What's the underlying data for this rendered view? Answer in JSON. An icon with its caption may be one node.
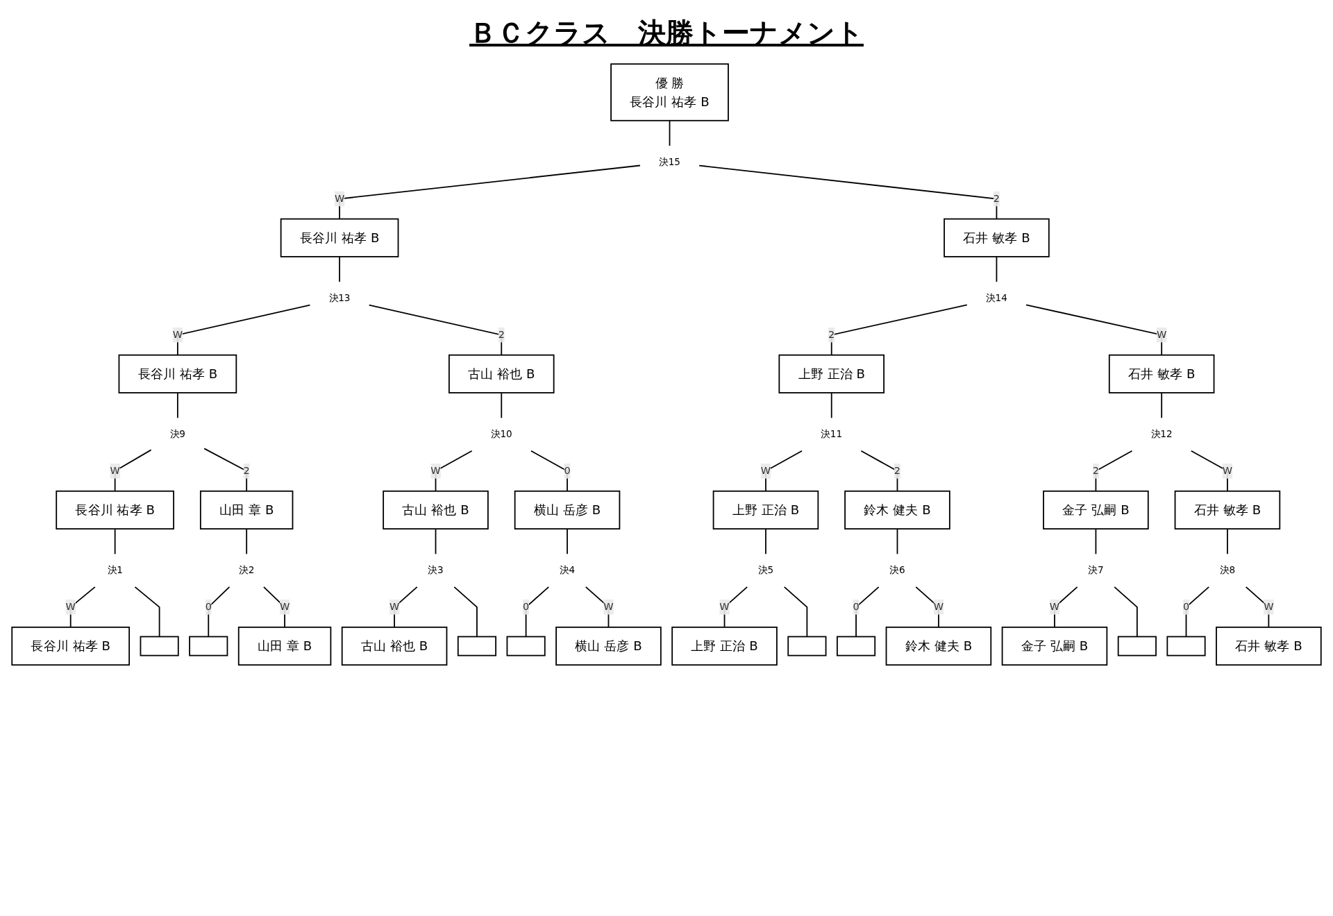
{
  "diagram": {
    "title": "ＢＣクラス　決勝トーナメント",
    "nodes": [
      {
        "text": [
          "優 勝",
          "長谷川 祐孝 B"
        ]
      },
      {
        "text": [
          "決15"
        ]
      },
      {
        "text": [
          "長谷川 祐孝 B"
        ]
      },
      {
        "text": [
          "石井 敏孝 B"
        ]
      },
      {
        "text": [
          "決13"
        ]
      },
      {
        "text": [
          "決14"
        ]
      },
      {
        "text": [
          "長谷川 祐孝 B"
        ]
      },
      {
        "text": [
          "古山 裕也 B"
        ]
      },
      {
        "text": [
          "上野 正治 B"
        ]
      },
      {
        "text": [
          "石井 敏孝 B"
        ]
      },
      {
        "text": [
          "決9"
        ]
      },
      {
        "text": [
          "決10"
        ]
      },
      {
        "text": [
          "決11"
        ]
      },
      {
        "text": [
          "決12"
        ]
      },
      {
        "text": [
          "長谷川 祐孝 B"
        ]
      },
      {
        "text": [
          "山田 章 B"
        ]
      },
      {
        "text": [
          "古山 裕也 B"
        ]
      },
      {
        "text": [
          "横山 岳彦 B"
        ]
      },
      {
        "text": [
          "上野 正治 B"
        ]
      },
      {
        "text": [
          "鈴木 健夫 B"
        ]
      },
      {
        "text": [
          "金子 弘嗣 B"
        ]
      },
      {
        "text": [
          "石井 敏孝 B"
        ]
      },
      {
        "text": [
          "決1"
        ]
      },
      {
        "text": [
          "決2"
        ]
      },
      {
        "text": [
          "決3"
        ]
      },
      {
        "text": [
          "決4"
        ]
      },
      {
        "text": [
          "決5"
        ]
      },
      {
        "text": [
          "決6"
        ]
      },
      {
        "text": [
          "決7"
        ]
      },
      {
        "text": [
          "決8"
        ]
      },
      {
        "text": [
          "長谷川 祐孝 B"
        ]
      },
      {
        "text": [],
        "shape": "box"
      },
      {
        "text": [],
        "shape": "box"
      },
      {
        "text": [
          "山田 章 B"
        ]
      },
      {
        "text": [
          "古山 裕也 B"
        ]
      },
      {
        "text": [],
        "shape": "box"
      },
      {
        "text": [],
        "shape": "box"
      },
      {
        "text": [
          "横山 岳彦 B"
        ]
      },
      {
        "text": [
          "上野 正治 B"
        ]
      },
      {
        "text": [],
        "shape": "box"
      },
      {
        "text": [],
        "shape": "box"
      },
      {
        "text": [
          "鈴木 健夫 B"
        ]
      },
      {
        "text": [
          "金子 弘嗣 B"
        ]
      },
      {
        "text": [],
        "shape": "box"
      },
      {
        "text": [],
        "shape": "box"
      },
      {
        "text": [
          "石井 敏孝 B"
        ]
      }
    ],
    "edges": [
      {
        "from": 0,
        "to": 1,
        "arrow": "none"
      },
      {
        "from": 1,
        "to": 2,
        "arrow": "none",
        "label": "W"
      },
      {
        "from": 1,
        "to": 3,
        "arrow": "none",
        "label": "2"
      },
      {
        "from": 2,
        "to": 4,
        "arrow": "none"
      },
      {
        "from": 3,
        "to": 5,
        "arrow": "none"
      },
      {
        "from": 4,
        "to": 6,
        "arrow": "none",
        "label": "W"
      },
      {
        "from": 4,
        "to": 7,
        "arrow": "none",
        "label": "2"
      },
      {
        "from": 5,
        "to": 8,
        "arrow": "none",
        "label": "2"
      },
      {
        "from": 5,
        "to": 9,
        "arrow": "none",
        "label": "W"
      },
      {
        "from": 6,
        "to": 10,
        "arrow": "none"
      },
      {
        "from": 7,
        "to": 11,
        "arrow": "none"
      },
      {
        "from": 8,
        "to": 12,
        "arrow": "none"
      },
      {
        "from": 9,
        "to": 13,
        "arrow": "none"
      },
      {
        "from": 10,
        "to": 14,
        "arrow": "none",
        "label": "W"
      },
      {
        "from": 10,
        "to": 15,
        "arrow": "none",
        "label": "2"
      },
      {
        "from": 11,
        "to": 16,
        "arrow": "none",
        "label": "W"
      },
      {
        "from": 11,
        "to": 17,
        "arrow": "none",
        "label": "0"
      },
      {
        "from": 12,
        "to": 18,
        "arrow": "none",
        "label": "W"
      },
      {
        "from": 12,
        "to": 19,
        "arrow": "none",
        "label": "2"
      },
      {
        "from": 13,
        "to": 20,
        "arrow": "none",
        "label": "2"
      },
      {
        "from": 13,
        "to": 21,
        "arrow": "none",
        "label": "W"
      },
      {
        "from": 14,
        "to": 22,
        "arrow": "none"
      },
      {
        "from": 15,
        "to": 23,
        "arrow": "none"
      },
      {
        "from": 16,
        "to": 24,
        "arrow": "none"
      },
      {
        "from": 17,
        "to": 25,
        "arrow": "none"
      },
      {
        "from": 18,
        "to": 26,
        "arrow": "none"
      },
      {
        "from": 19,
        "to": 27,
        "arrow": "none"
      },
      {
        "from": 20,
        "to": 28,
        "arrow": "none"
      },
      {
        "from": 21,
        "to": 29,
        "arrow": "none"
      },
      {
        "from": 22,
        "to": 30,
        "arrow": "none",
        "label": "W"
      },
      {
        "from": 22,
        "to": 31,
        "arrow": "none"
      },
      {
        "from": 23,
        "to": 32,
        "arrow": "none",
        "label": "0"
      },
      {
        "from": 23,
        "to": 33,
        "arrow": "none",
        "label": "W"
      },
      {
        "from": 24,
        "to": 34,
        "arrow": "none",
        "label": "W"
      },
      {
        "from": 24,
        "to": 35,
        "arrow": "none"
      },
      {
        "from": 25,
        "to": 36,
        "arrow": "none",
        "label": "0"
      },
      {
        "from": 25,
        "to": 37,
        "arrow": "none",
        "label": "W"
      },
      {
        "from": 26,
        "to": 38,
        "arrow": "none",
        "label": "W"
      },
      {
        "from": 26,
        "to": 39,
        "arrow": "none"
      },
      {
        "from": 27,
        "to": 40,
        "arrow": "none",
        "label": "0"
      },
      {
        "from": 27,
        "to": 41,
        "arrow": "none",
        "label": "W"
      },
      {
        "from": 28,
        "to": 42,
        "arrow": "none",
        "label": "W"
      },
      {
        "from": 28,
        "to": 43,
        "arrow": "none"
      },
      {
        "from": 29,
        "to": 44,
        "arrow": "none",
        "label": "0"
      },
      {
        "from": 29,
        "to": 45,
        "arrow": "none",
        "label": "W"
      }
    ]
  }
}
